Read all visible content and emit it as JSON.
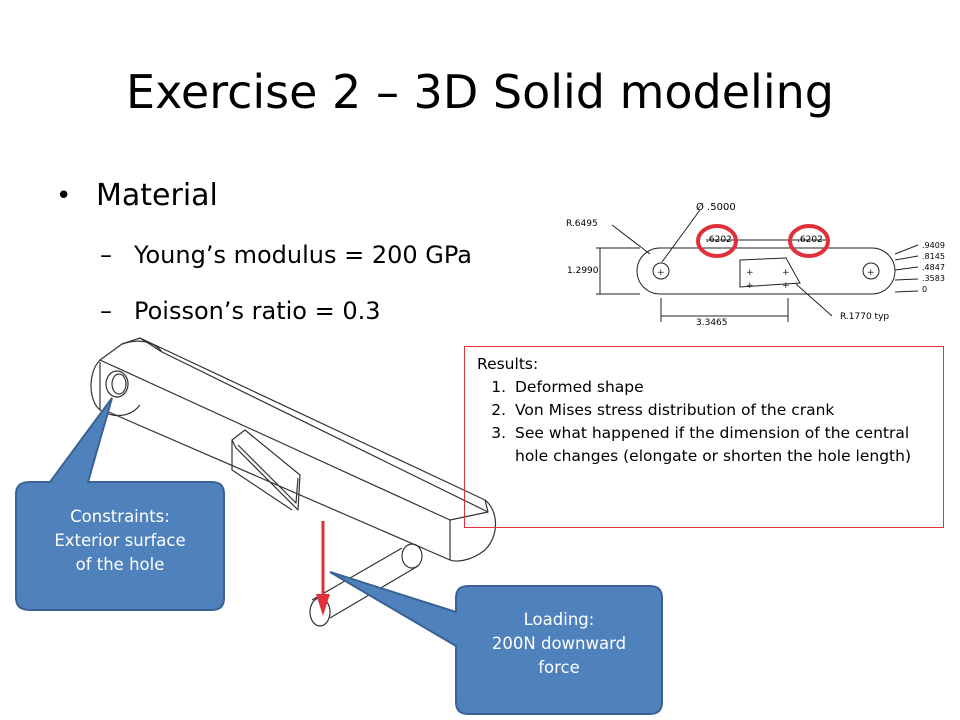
{
  "slide": {
    "title": "Exercise 2 – 3D Solid modeling",
    "bullet": "Material",
    "subbullets": [
      "Young’s modulus = 200 GPa",
      "Poisson’s ratio = 0.3"
    ]
  },
  "drawing": {
    "labels": {
      "radius": "R.6495",
      "diameter": "Ø .5000",
      "dim_a": ".6202",
      "dim_b": ".6202",
      "height": "1.2990",
      "length": "3.3465",
      "radius_typ": "R.1770 typ",
      "right": [
        ".9409",
        ".8145",
        ".4847",
        ".3583",
        "0"
      ]
    }
  },
  "results": {
    "heading": "Results:",
    "items": [
      "Deformed shape",
      "Von Mises stress distribution of the crank",
      "See what happened if the dimension of the central hole changes (elongate or shorten the hole length)"
    ]
  },
  "callouts": {
    "constraints": [
      "Constraints:",
      "Exterior surface",
      "of the hole"
    ],
    "loading": [
      "Loading:",
      "200N downward",
      "force"
    ]
  },
  "colors": {
    "callout_fill": "#4f81bd",
    "callout_border": "#3a6294",
    "highlight": "#e0303a"
  }
}
